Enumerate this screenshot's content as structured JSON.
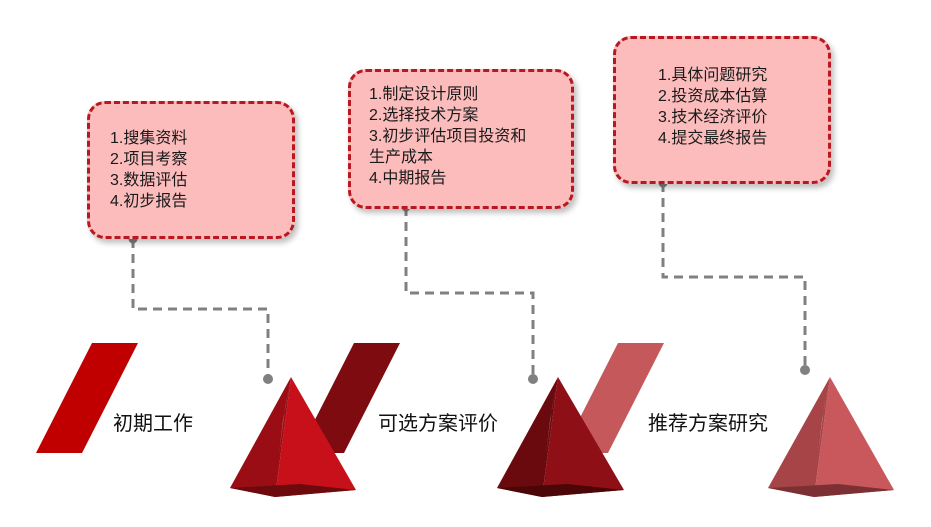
{
  "stages": [
    {
      "title": "初期工作",
      "items": [
        "1.搜集资料",
        "2.项目考察",
        "3.数据评估",
        "4.初步报告"
      ],
      "stripe_color": "#c00000",
      "pyramid": {
        "light": "#c8101a",
        "mid": "#9a0d14",
        "dark": "#6d0a0e"
      }
    },
    {
      "title": "可选方案评价",
      "items": [
        "1.制定设计原则",
        "2.选择技术方案",
        "3.初步评估项目投资和",
        "生产成本",
        "4.中期报告"
      ],
      "stripe_color": "#7e0b0f",
      "pyramid": {
        "light": "#8e0f15",
        "mid": "#6a0a0e",
        "dark": "#4b0608"
      }
    },
    {
      "title": "推荐方案研究",
      "items": [
        "1.具体问题研究",
        "2.投资成本估算",
        "3.技术经济评价",
        "4.提交最终报告"
      ],
      "stripe_color": "#c4585a",
      "pyramid": {
        "light": "#c8585c",
        "mid": "#a64448",
        "dark": "#7c3033"
      }
    }
  ],
  "colors": {
    "box_fill": "#fcbcbc",
    "box_border": "#b8181f",
    "connector": "#808080"
  }
}
